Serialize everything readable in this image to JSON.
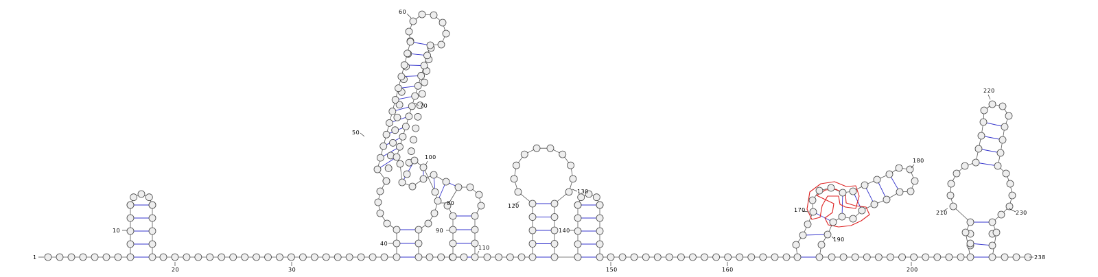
{
  "diagram": {
    "type": "rna-secondary-structure",
    "colors": {
      "nucleotide_fill": "#eeeeee",
      "nucleotide_stroke": "#444444",
      "backbone": "#555555",
      "base_pair": "#3333cc",
      "highlight": "#dd2222"
    },
    "position_labels": [
      {
        "key": "p1",
        "text": "1"
      },
      {
        "key": "p10",
        "text": "10"
      },
      {
        "key": "p20",
        "text": "20"
      },
      {
        "key": "p30",
        "text": "30"
      },
      {
        "key": "p40",
        "text": "40"
      },
      {
        "key": "p50",
        "text": "50"
      },
      {
        "key": "p60",
        "text": "60"
      },
      {
        "key": "p70",
        "text": "70"
      },
      {
        "key": "p80",
        "text": "80"
      },
      {
        "key": "p90",
        "text": "90"
      },
      {
        "key": "p100",
        "text": "100"
      },
      {
        "key": "p110",
        "text": "110"
      },
      {
        "key": "p120",
        "text": "120"
      },
      {
        "key": "p130",
        "text": "130"
      },
      {
        "key": "p140",
        "text": "140"
      },
      {
        "key": "p150",
        "text": "150"
      },
      {
        "key": "p160",
        "text": "160"
      },
      {
        "key": "p170",
        "text": "170"
      },
      {
        "key": "p180",
        "text": "180"
      },
      {
        "key": "p190",
        "text": "190"
      },
      {
        "key": "p200",
        "text": "200"
      },
      {
        "key": "p210",
        "text": "210"
      },
      {
        "key": "p220",
        "text": "220"
      },
      {
        "key": "p230",
        "text": "230"
      },
      {
        "key": "p238",
        "text": "238"
      }
    ]
  }
}
